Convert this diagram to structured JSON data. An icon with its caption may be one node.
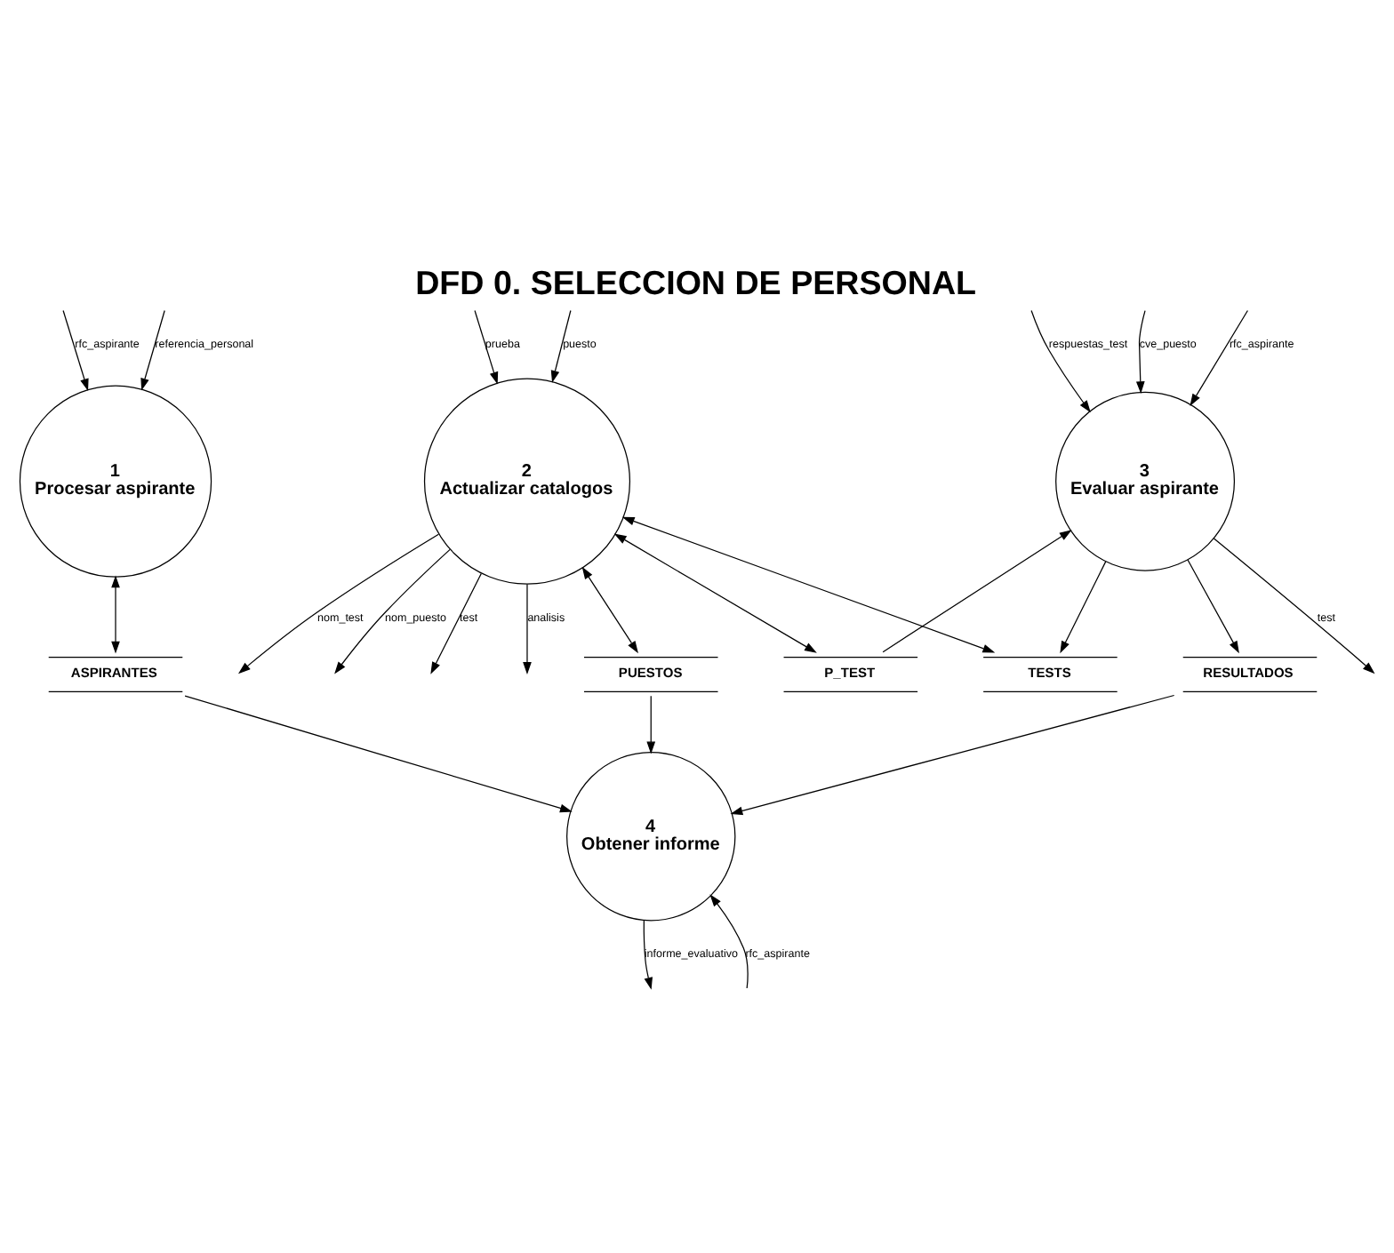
{
  "diagram": {
    "title": "DFD 0. SELECCION DE PERSONAL",
    "nodes": [
      {
        "text": [
          "1",
          "Procesar aspirante"
        ]
      },
      {
        "text": [
          "2",
          "Actualizar catalogos"
        ]
      },
      {
        "text": [
          "3",
          "Evaluar aspirante"
        ]
      },
      {
        "text": [
          "4",
          "Obtener informe"
        ]
      },
      {
        "text": [
          "P_TEST"
        ]
      },
      {
        "text": [
          "ASPIRANTES"
        ]
      },
      {
        "text": [
          "PUESTOS"
        ]
      },
      {
        "text": [
          "TESTS"
        ]
      },
      {
        "text": [
          "RESULTADOS"
        ]
      }
    ],
    "edges": [
      {
        "from": 0,
        "to": 5,
        "arrow": "both"
      },
      {
        "from": 1,
        "to": null,
        "arrow": "to",
        "label": "nom_test"
      },
      {
        "from": 1,
        "to": null,
        "arrow": "to",
        "label": "nom_puesto"
      },
      {
        "from": 1,
        "to": null,
        "arrow": "to",
        "label": "test"
      },
      {
        "from": 1,
        "to": null,
        "arrow": "to",
        "label": "analisis"
      },
      {
        "from": 1,
        "to": 4,
        "arrow": "both"
      },
      {
        "from": 1,
        "to": 7,
        "arrow": "both"
      },
      {
        "from": 1,
        "to": 6,
        "arrow": "both"
      },
      {
        "from": 2,
        "to": 7,
        "arrow": "to"
      },
      {
        "from": 2,
        "to": null,
        "arrow": "to",
        "label": "test"
      },
      {
        "from": 2,
        "to": 8,
        "arrow": "to"
      },
      {
        "from": null,
        "to": 3,
        "arrow": "to",
        "label": "rfc_aspirante"
      },
      {
        "from": 4,
        "to": 2,
        "arrow": "to"
      },
      {
        "from": 5,
        "to": 3,
        "arrow": "to"
      },
      {
        "from": 6,
        "to": 3,
        "arrow": "to"
      },
      {
        "from": 8,
        "to": 3,
        "arrow": "to"
      },
      {
        "from": null,
        "to": 0,
        "arrow": "to",
        "label": "rfc_aspirante"
      },
      {
        "from": null,
        "to": 0,
        "arrow": "to",
        "label": "referencia_personal"
      },
      {
        "from": null,
        "to": 1,
        "arrow": "to",
        "label": "prueba"
      },
      {
        "from": null,
        "to": 1,
        "arrow": "to",
        "label": "puesto"
      },
      {
        "from": null,
        "to": 2,
        "arrow": "to",
        "label": "respuestas_test"
      },
      {
        "from": null,
        "to": 2,
        "arrow": "to",
        "label": "rfc_aspirante"
      },
      {
        "from": null,
        "to": 2,
        "arrow": "to",
        "label": "cve_puesto"
      },
      {
        "from": 3,
        "to": null,
        "arrow": "to",
        "label": "informe_evaluativo"
      }
    ]
  }
}
